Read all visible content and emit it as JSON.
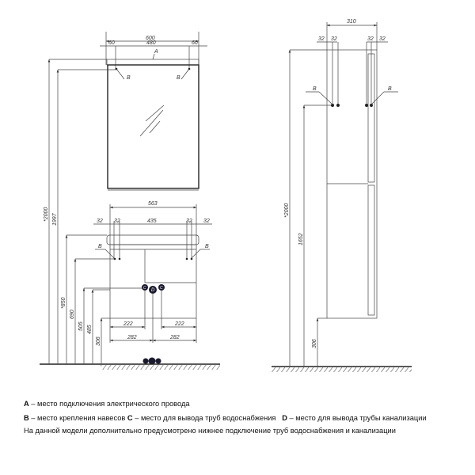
{
  "front": {
    "mirror": {
      "width": "600",
      "left": "60",
      "middle": "480",
      "right": "60",
      "label_a": "A",
      "label_b": "B"
    },
    "vanity": {
      "width": "563",
      "d1": "32",
      "d2": "32",
      "middle": "435",
      "d3": "32",
      "d4": "32",
      "label_b": "B",
      "c": "C",
      "d": "D",
      "w222a": "222",
      "w222b": "222",
      "w282a": "282",
      "w282b": "282"
    },
    "heights": {
      "h2000": "*2000",
      "h1997": "1997",
      "h850": "*850",
      "h690": "690",
      "h505": "505",
      "h485": "485",
      "h306": "306"
    }
  },
  "side": {
    "depth": "310",
    "d1": "32",
    "d2": "32",
    "d3": "32",
    "d4": "32",
    "label_b": "B",
    "h2000": "*2000",
    "h1652": "1652",
    "h306": "306"
  },
  "legend": {
    "a_key": "A",
    "a_text": " – место подключения электрического провода",
    "b_key": "B",
    "b_text": " – место крепления навесов ",
    "c_key": "C",
    "c_text": " – место для вывода труб водоснабжения   ",
    "d_key": "D",
    "d_text": " – место для вывода трубы канализации",
    "note": "На данной модели дополнительно предусмотрено нижнее подключение труб водоснабжения и канализации"
  }
}
